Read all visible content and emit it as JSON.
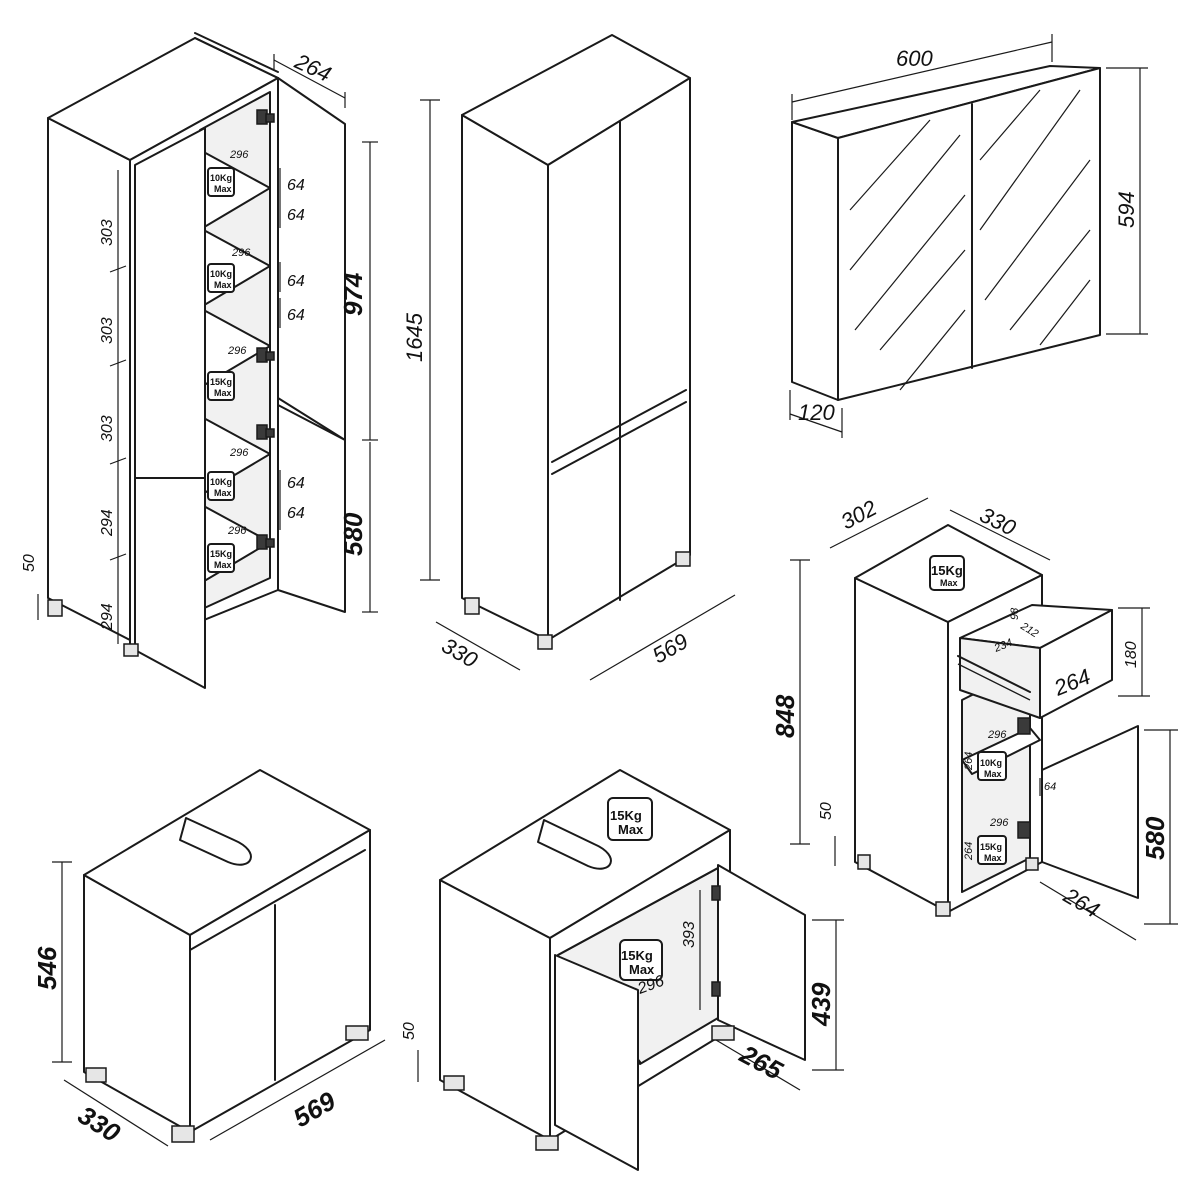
{
  "drawing": {
    "tall_open": {
      "depth_top": "264",
      "shelf_depth": "296",
      "gap": "64",
      "height_upper": "974",
      "height_lower": "580",
      "compartments": [
        "303",
        "303",
        "303",
        "294",
        "294"
      ],
      "foot_height": "50",
      "loads": [
        "10 Kg Max",
        "10 Kg Max",
        "15 Kg Max",
        "10 Kg Max",
        "15 Kg Max"
      ]
    },
    "tall_closed": {
      "height": "1645",
      "depth": "330",
      "width": "569"
    },
    "mirror": {
      "width": "600",
      "height": "594",
      "depth": "120"
    },
    "small_cabinet": {
      "depth": "302",
      "width": "330",
      "height": "848",
      "drawer_height": "180",
      "drawer_depth": "264",
      "drawer_inner_a": "234",
      "drawer_inner_b": "212",
      "drawer_inner_h": "98",
      "shelf_depth": "296",
      "shelf_height": "264",
      "gap": "64",
      "door_height": "580",
      "door_width": "264",
      "foot_height": "50",
      "loads": [
        "15 Kg Max",
        "10 Kg Max",
        "15 Kg Max"
      ]
    },
    "vanity_closed": {
      "height": "546",
      "depth": "330",
      "width": "569"
    },
    "vanity_open": {
      "load": "15 Kg Max",
      "inner_load": "15 Kg Max",
      "inner_height": "393",
      "shelf_depth": "296",
      "door_height": "439",
      "door_width": "265",
      "foot_height": "50"
    }
  },
  "labels": {
    "kg10": "10Kg",
    "kg15": "15Kg",
    "max": "Max"
  }
}
